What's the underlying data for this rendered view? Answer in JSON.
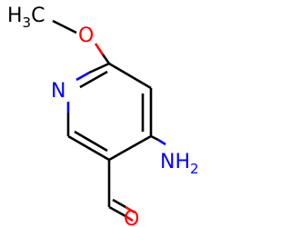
{
  "structure": {
    "colors": {
      "bond": "#000000",
      "carbon": "#000000",
      "oxygen": "#ff0000",
      "nitrogen": "#0000ff"
    },
    "labels": {
      "methyl": {
        "main": "H",
        "sub": "3",
        "tail": "C"
      },
      "ether_oxygen": "O",
      "ring_nitrogen": "N",
      "amino": {
        "main": "NH",
        "sub": "2"
      },
      "carbonyl_oxygen": "O"
    }
  }
}
